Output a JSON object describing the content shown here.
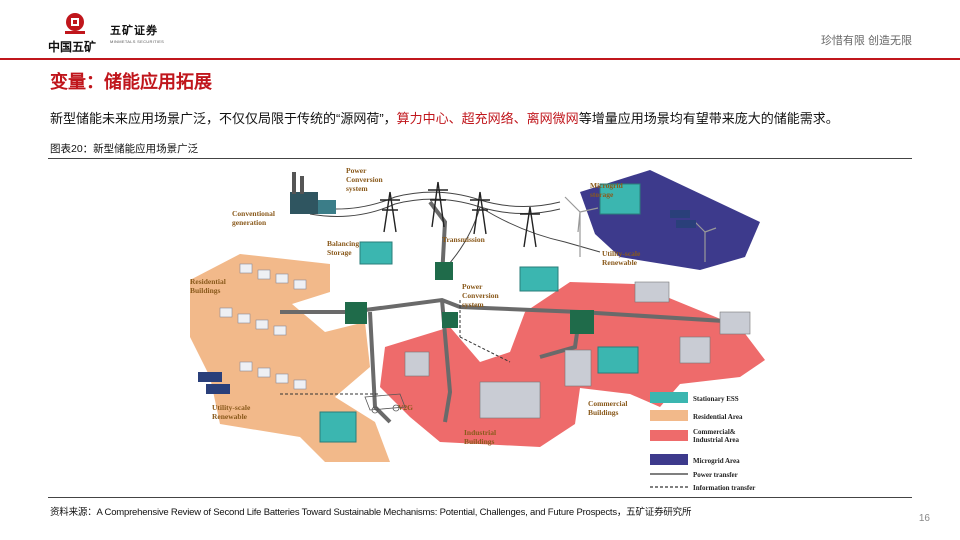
{
  "header": {
    "company_name": "中国五矿",
    "securities_name": "五矿证券",
    "securities_en": "MINMETALS SECURITIES",
    "slogan": "珍惜有限 创造无限"
  },
  "title": "变量：储能应用拓展",
  "paragraph": {
    "part1": "新型储能未来应用场景广泛，不仅仅局限于传统的“源网荷”，",
    "highlight": "算力中心、超充网络、离网微网",
    "part2": "等增量应用场景均有望带来庞大的储能需求。"
  },
  "figure_caption": "图表20：新型储能应用场景广泛",
  "diagram": {
    "labels": {
      "power_conversion_top": [
        "Power",
        "Conversion",
        "system"
      ],
      "conventional_generation": [
        "Conventional",
        "generation"
      ],
      "transmission": "Transmission",
      "microgrid_storage": [
        "Microgrid",
        "storage"
      ],
      "balancing_storage": [
        "Balancing",
        "Storage"
      ],
      "utility_scale_right": [
        "Utility-scale",
        "Renewable"
      ],
      "residential_buildings": [
        "Residential",
        "Buildings"
      ],
      "power_conversion_mid": [
        "Power",
        "Conversion",
        "system"
      ],
      "utility_scale_left": [
        "Utility-scale",
        "Renewable"
      ],
      "v2g": "V2G",
      "commercial_buildings": [
        "Commercial",
        "Buildings"
      ],
      "industrial_buildings": [
        "Industrial",
        "Buildings"
      ]
    },
    "legend": [
      {
        "label": "Stationary ESS",
        "color": "#3bb6b0",
        "kind": "box"
      },
      {
        "label": "Residential Area",
        "color": "#f2b98a",
        "kind": "box"
      },
      {
        "label": "Commercial& Industrial Area",
        "color": "#ee6b6b",
        "kind": "box"
      },
      {
        "label": "Microgrid Area",
        "color": "#3d3a8c",
        "kind": "box"
      },
      {
        "label": "Power transfer",
        "color": "#333333",
        "kind": "line"
      },
      {
        "label": "Information transfer",
        "color": "#333333",
        "kind": "dash"
      }
    ]
  },
  "source": "资料来源：A Comprehensive Review of Second Life Batteries Toward Sustainable Mechanisms: Potential, Challenges, and Future Prospects，五矿证券研究所",
  "page_number": "16",
  "colors": {
    "brand_red": "#c0161c",
    "residential": "#f2b98a",
    "commercial": "#ee6b6b",
    "microgrid": "#3d3a8c",
    "ess": "#3bb6b0"
  }
}
